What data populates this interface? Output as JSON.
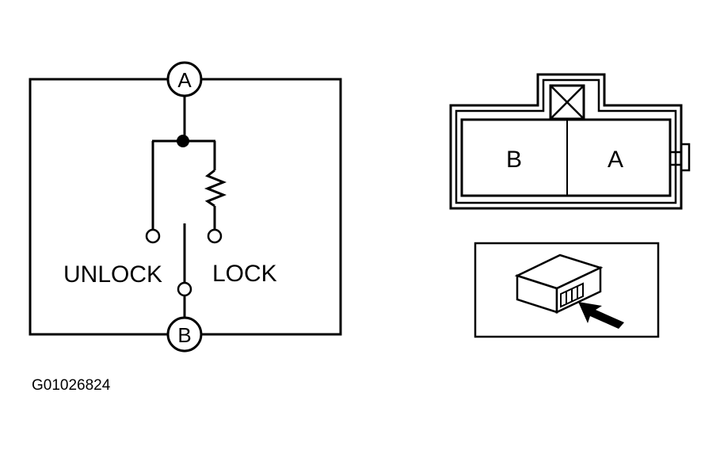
{
  "schematic": {
    "terminal_top": "A",
    "terminal_bottom": "B",
    "unlock_label": "UNLOCK",
    "lock_label": "LOCK"
  },
  "connector": {
    "cavity_left": "B",
    "cavity_right": "A"
  },
  "figure_code": "G01026824",
  "colors": {
    "ink": "#000000",
    "background": "#ffffff"
  }
}
